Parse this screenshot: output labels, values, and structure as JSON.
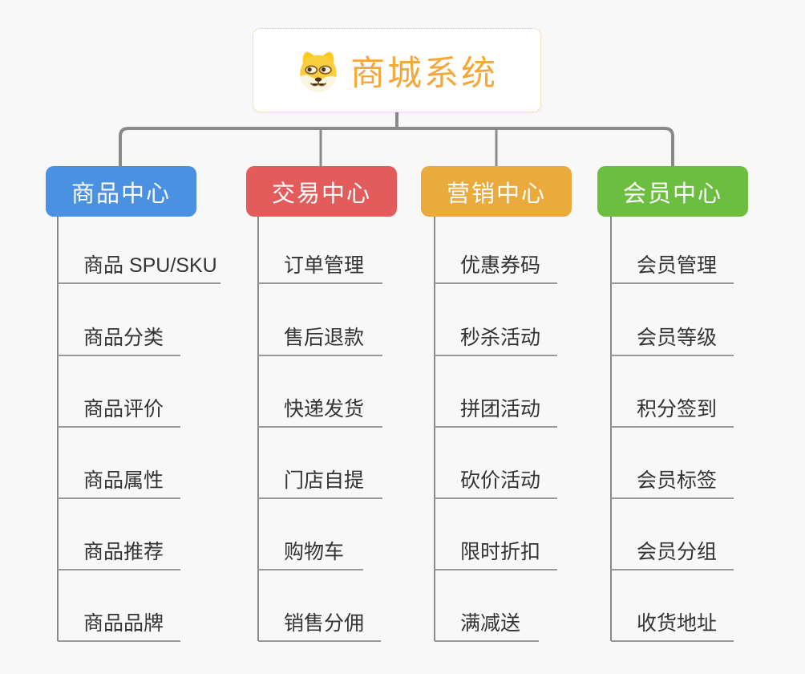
{
  "root": {
    "title": "商城系统",
    "icon": "doge-icon",
    "title_color": "#F5A73C",
    "border_color": "#F0C27E"
  },
  "branches": [
    {
      "label": "商品中心",
      "color": "#4A91E2",
      "items": [
        "商品 SPU/SKU",
        "商品分类",
        "商品评价",
        "商品属性",
        "商品推荐",
        "商品品牌"
      ]
    },
    {
      "label": "交易中心",
      "color": "#E25C5C",
      "items": [
        "订单管理",
        "售后退款",
        "快递发货",
        "门店自提",
        "购物车",
        "销售分佣"
      ]
    },
    {
      "label": "营销中心",
      "color": "#EAAA3C",
      "items": [
        "优惠券码",
        "秒杀活动",
        "拼团活动",
        "砍价活动",
        "限时折扣",
        "满减送"
      ]
    },
    {
      "label": "会员中心",
      "color": "#6CBE40",
      "items": [
        "会员管理",
        "会员等级",
        "积分签到",
        "会员标签",
        "会员分组",
        "收货地址"
      ]
    }
  ],
  "connector_color": "#8A8A8A",
  "underline_color": "#9A9A9A",
  "background_color": "#F8F8F8"
}
